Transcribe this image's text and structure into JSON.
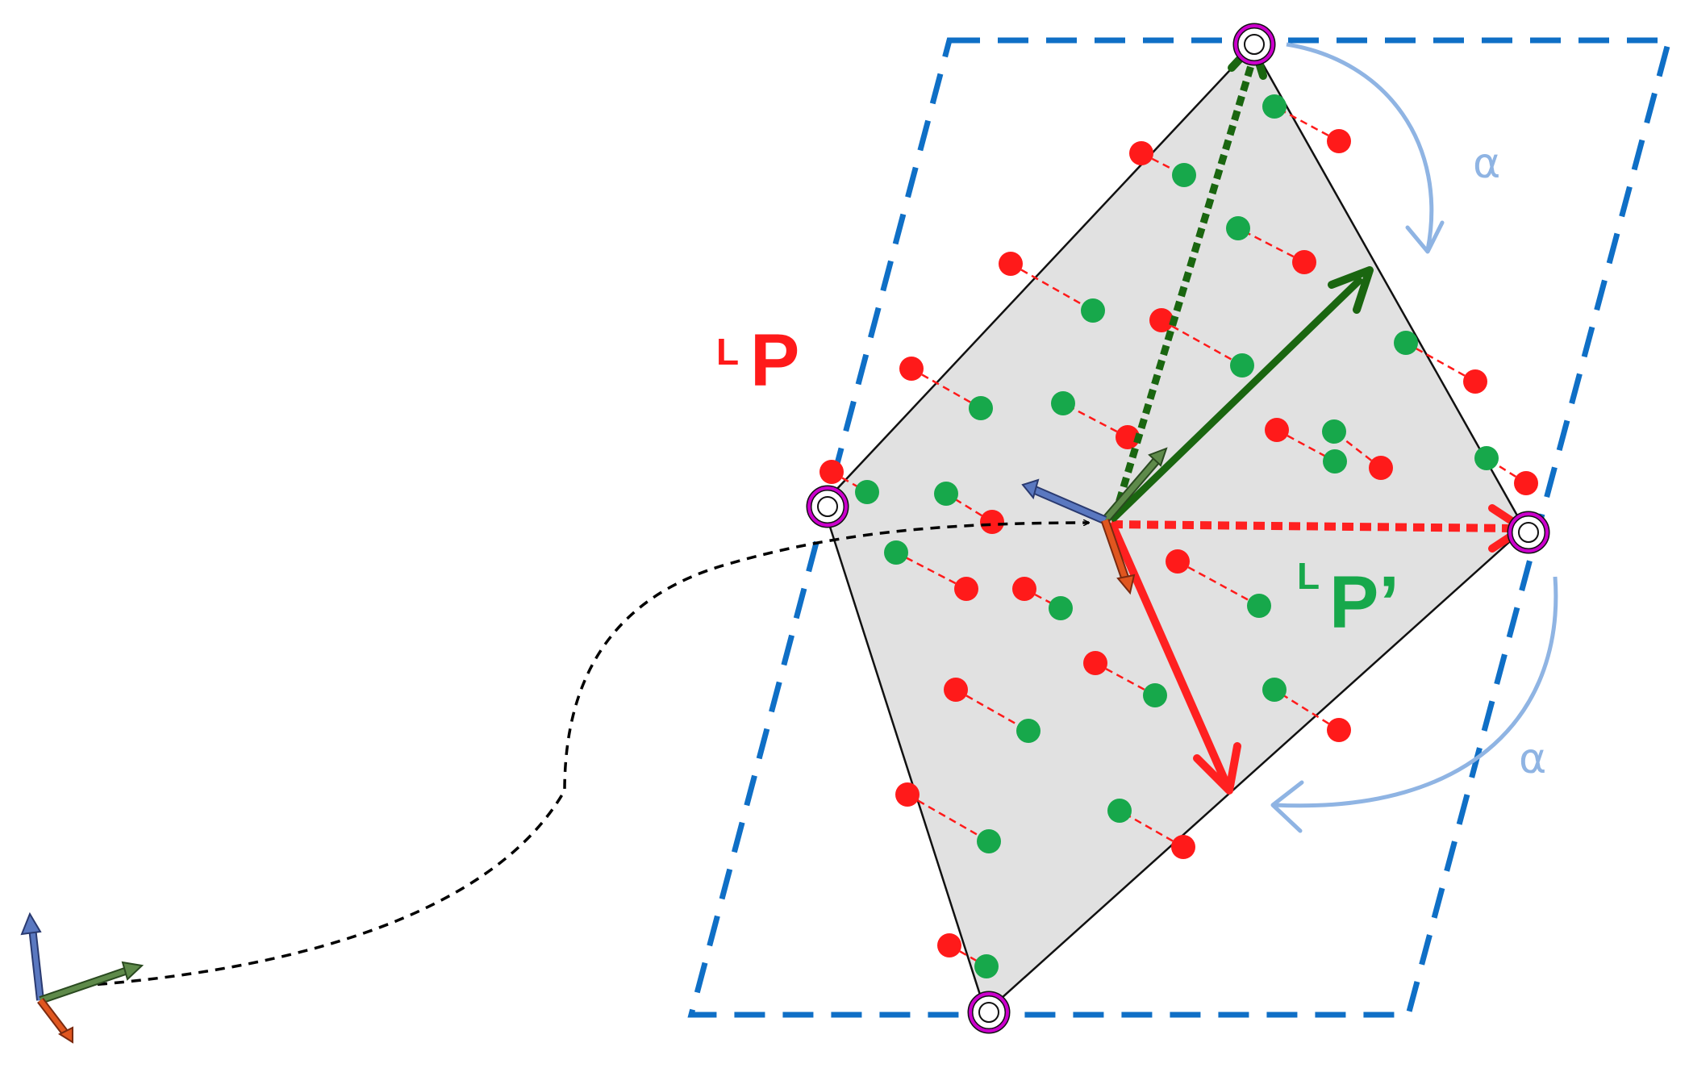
{
  "labels": {
    "original_set": {
      "superscript": "L",
      "main": "P"
    },
    "projected_set": {
      "superscript": "L",
      "main": "P’"
    },
    "angle_top": "α",
    "angle_bottom": "α"
  },
  "colors": {
    "original_points": "#ff1a1a",
    "projected_points": "#17a84b",
    "bounding_box": "#0f6fc6",
    "angle_arrow": "#8fb4e3",
    "corner_marker": "#cc00cc",
    "principal_axis_1": "#1a6610",
    "principal_axis_2": "#ff2020",
    "polygon_fill": "#e1e1e1",
    "frame_x": "#4a7a3a",
    "frame_y": "#4a6ab8",
    "frame_z": "#d9481f"
  }
}
